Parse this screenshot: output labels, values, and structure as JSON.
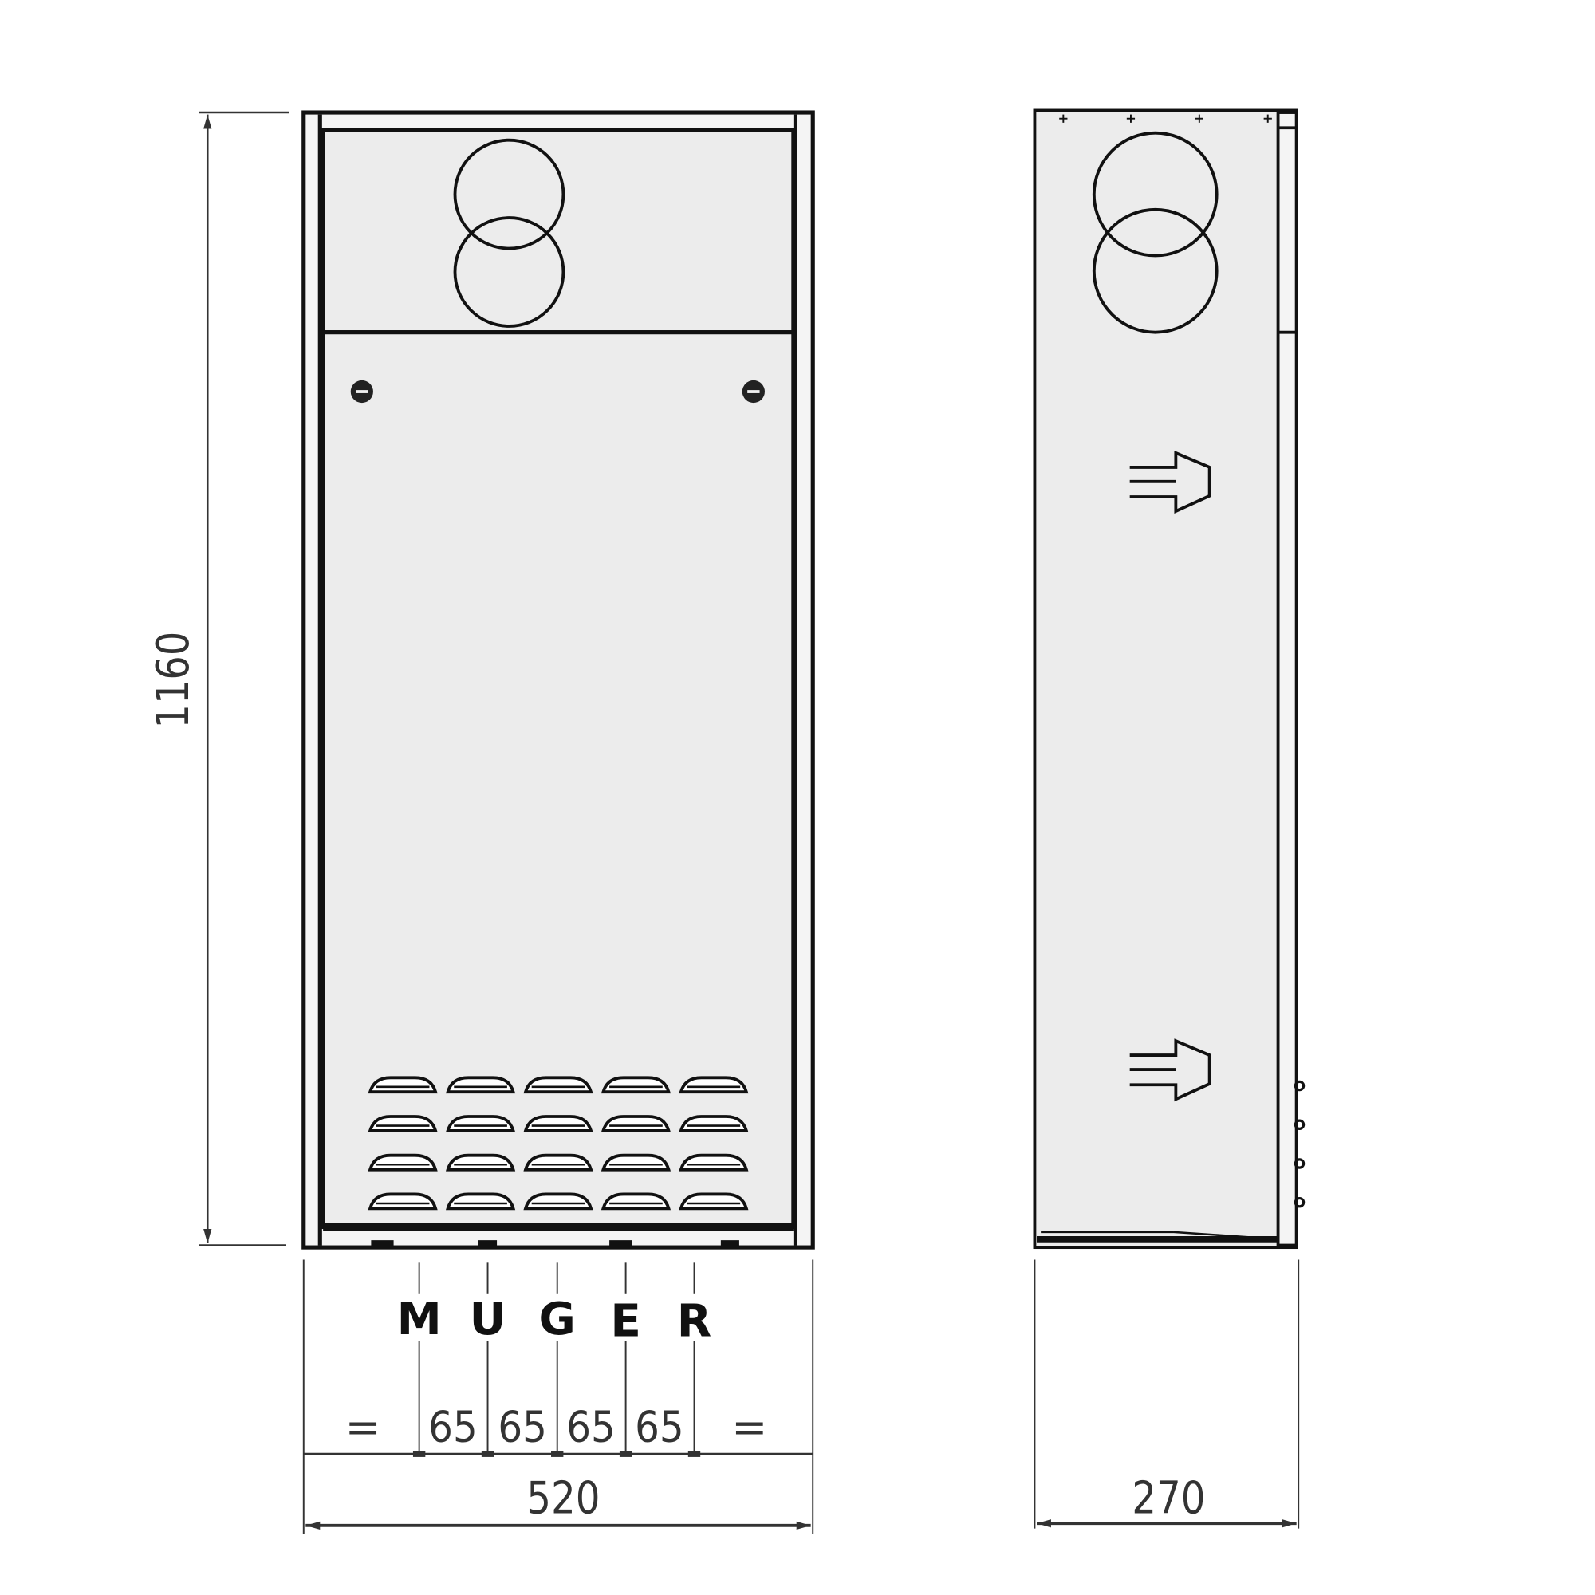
{
  "colors": {
    "line": "#111111",
    "panel": "#ececec",
    "text": "#333333"
  },
  "front_view": {
    "height_label": "1160",
    "width_label": "520",
    "connections": [
      "M",
      "U",
      "G",
      "E",
      "R"
    ],
    "spacing_labels": [
      "=",
      "65",
      "65",
      "65",
      "65",
      "="
    ]
  },
  "side_view": {
    "depth_label": "270"
  }
}
